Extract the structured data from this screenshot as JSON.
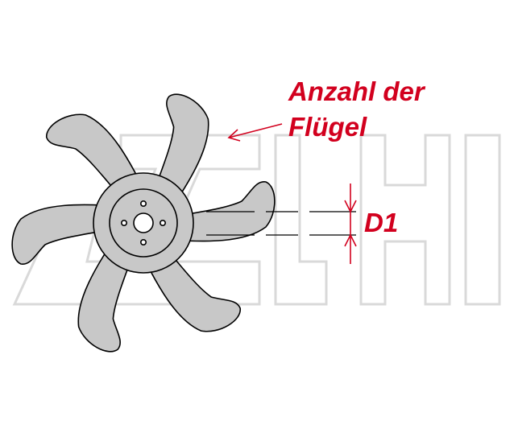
{
  "labels": {
    "blade_count_line1": "Anzahl der",
    "blade_count_line2": "Flügel",
    "dimension": "D1"
  },
  "colors": {
    "annotation": "#d2001e",
    "blade_fill": "#c8c8c8",
    "outline": "#000000",
    "watermark": "#d9d9d9",
    "background": "#ffffff"
  }
}
